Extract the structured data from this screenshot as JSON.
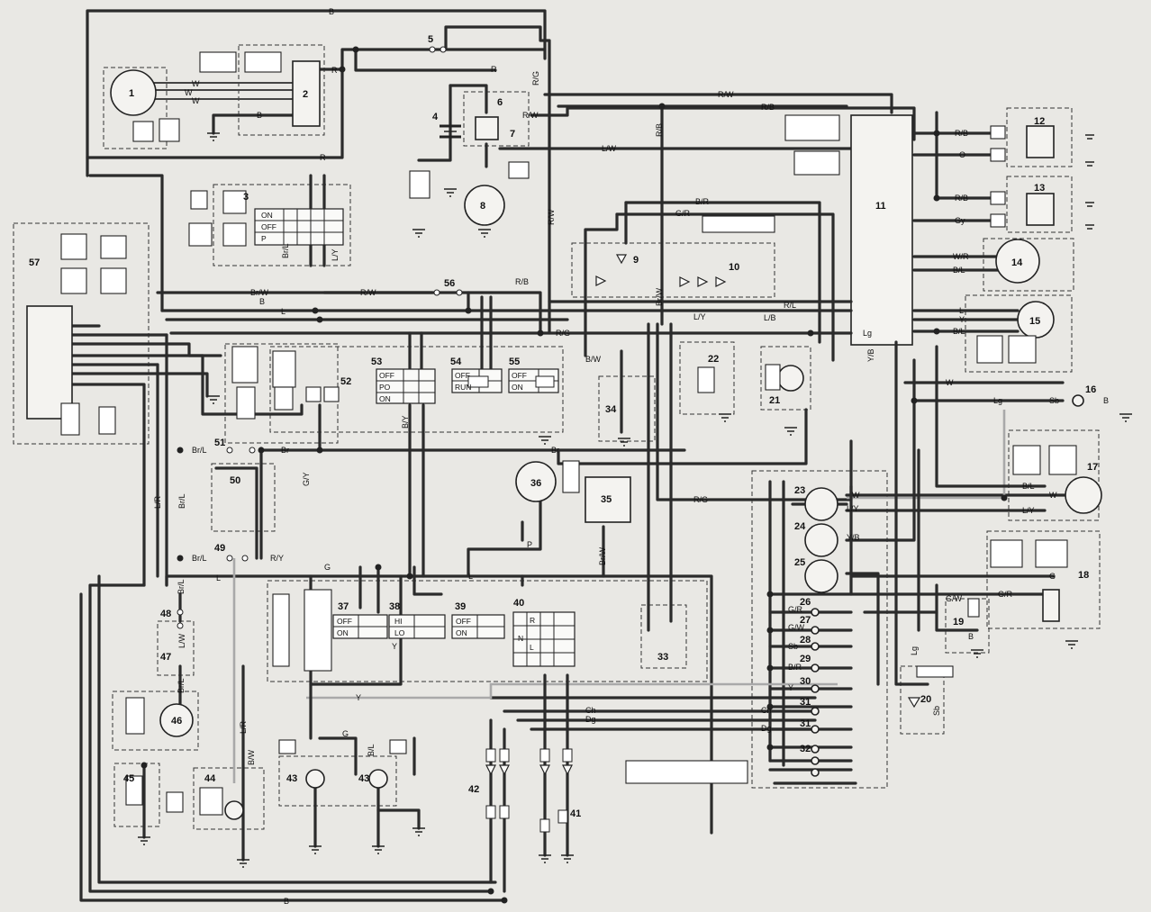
{
  "diagram": {
    "numbers": {
      "c1": "1",
      "c2": "2",
      "c3": "3",
      "c4": "4",
      "c5": "5",
      "c6": "6",
      "c7": "7",
      "c8": "8",
      "c9": "9",
      "c10": "10",
      "c11": "11",
      "c12": "12",
      "c13": "13",
      "c14": "14",
      "c15": "15",
      "c16": "16",
      "c17": "17",
      "c18": "18",
      "c19": "19",
      "c20": "20",
      "c21": "21",
      "c22": "22",
      "c23": "23",
      "c24": "24",
      "c25": "25",
      "c26": "26",
      "c27": "27",
      "c28": "28",
      "c29": "29",
      "c30": "30",
      "c31a": "31",
      "c31b": "31",
      "c32": "32",
      "c33": "33",
      "c34": "34",
      "c35": "35",
      "c36": "36",
      "c37": "37",
      "c38": "38",
      "c39": "39",
      "c40": "40",
      "c41": "41",
      "c42": "42",
      "c43a": "43",
      "c43b": "43",
      "c44": "44",
      "c45": "45",
      "c46": "46",
      "c47": "47",
      "c48": "48",
      "c49": "49",
      "c50": "50",
      "c51": "51",
      "c52": "52",
      "c53": "53",
      "c54": "54",
      "c55": "55",
      "c56": "56",
      "c57": "57"
    },
    "wire_labels": {
      "B_top": "B",
      "R_top": "R",
      "W1": "W",
      "W2": "W",
      "W3": "W",
      "B_c2": "B",
      "R_c5": "R",
      "R_3": "R",
      "R_g": "R/G",
      "RW_top": "R/W",
      "RB_top": "R/B",
      "RW_c7": "R/W",
      "RB_c7": "R/B",
      "LW": "L/W",
      "BR": "B/R",
      "GR": "G/R",
      "RW_v": "R/W",
      "RB_12a": "R/B",
      "O_12": "O",
      "RB_13": "R/B",
      "Gy_13": "Gy",
      "WR_14": "W/R",
      "BL_14": "B/L",
      "L_15": "L",
      "Y_15": "Y",
      "BL_15": "B/L",
      "Lg_11": "Lg",
      "YB_11": "Y/B",
      "W_16": "W",
      "Lg_16": "Lg",
      "Sb_16": "Sb",
      "B_16": "B",
      "BL_17": "B/L",
      "W_17": "W",
      "LY_17": "L/Y",
      "GR_18": "G/R",
      "G_18": "G",
      "GW_19": "G/W",
      "B_19": "B",
      "Lg_20": "Lg",
      "Sb_20": "Sb",
      "BrL_51": "Br/L",
      "Br_51": "Br",
      "BrL_50": "Br/L",
      "BrL_49": "Br/L",
      "RY_49": "R/Y",
      "BrL_48": "Br/L",
      "LR": "L/R",
      "BrL_3": "Br/L",
      "LY_3": "L/Y",
      "BrW": "Br/W",
      "RW_56": "R/W",
      "B_row": "B",
      "L_row": "L",
      "RB_54": "R/B",
      "RG": "R/G",
      "BW": "B/W",
      "BrW2": "Br/W",
      "LY": "L/Y",
      "LB": "L/B",
      "RL": "R/L",
      "GY": "G/Y",
      "BY": "B/Y",
      "Br_main": "Br",
      "RG_23": "R/G",
      "W_23": "W",
      "LY_23": "L/Y",
      "YB_24": "Y/B",
      "GR_26": "G/R",
      "GW_27": "G/W",
      "Sb_28": "Sb",
      "BR_29": "B/R",
      "Y_30": "Y",
      "Ch_31": "Ch",
      "Dg_31": "Dg",
      "Ch": "Ch",
      "Dg": "Dg",
      "L_37": "L",
      "G_37": "G",
      "Y_38": "Y",
      "Y_43": "Y",
      "G_43": "G",
      "BL_43": "B/L",
      "BrW_35": "Br/W",
      "P_36": "P",
      "L_bot": "L",
      "B_bot": "B",
      "LR_44": "L/R",
      "BW_44": "B/W",
      "BrL_46": "Br/L",
      "LW_47": "L/W"
    },
    "switch_table_labels": {
      "sw3_on": "ON",
      "sw3_off": "OFF",
      "sw3_p": "P",
      "sw53_off": "OFF",
      "sw53_po": "PO",
      "sw53_on": "ON",
      "sw54_off": "OFF",
      "sw54_run": "RUN",
      "sw55_off": "OFF",
      "sw55_on": "ON",
      "sw37_off": "OFF",
      "sw37_on": "ON",
      "sw38_hi": "HI",
      "sw38_lo": "LO",
      "sw39_off": "OFF",
      "sw39_on": "ON",
      "sw40_r": "R",
      "sw40_n": "N",
      "sw40_l": "L"
    },
    "colors": {
      "wire": "#2b2b2b",
      "wire_grey": "#a9a9a9",
      "paper": "#e9e8e4"
    }
  }
}
